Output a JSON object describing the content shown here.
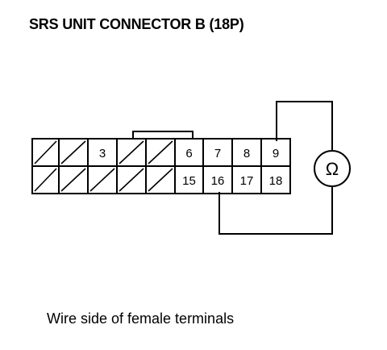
{
  "title": "SRS UNIT CONNECTOR B (18P)",
  "caption": "Wire side of female terminals",
  "connector": {
    "top_row": [
      "",
      "",
      "3",
      "",
      "",
      "6",
      "7",
      "8",
      "9"
    ],
    "bottom_row": [
      "",
      "",
      "",
      "",
      "",
      "15",
      "16",
      "17",
      "18"
    ],
    "hatched_top": [
      true,
      true,
      false,
      true,
      true,
      false,
      false,
      false,
      false
    ],
    "hatched_bottom": [
      true,
      true,
      true,
      true,
      true,
      false,
      false,
      false,
      false
    ]
  },
  "meter": {
    "symbol": "Ω",
    "icon": "ohmmeter-icon",
    "probe_terminals": [
      "9",
      "16"
    ]
  }
}
